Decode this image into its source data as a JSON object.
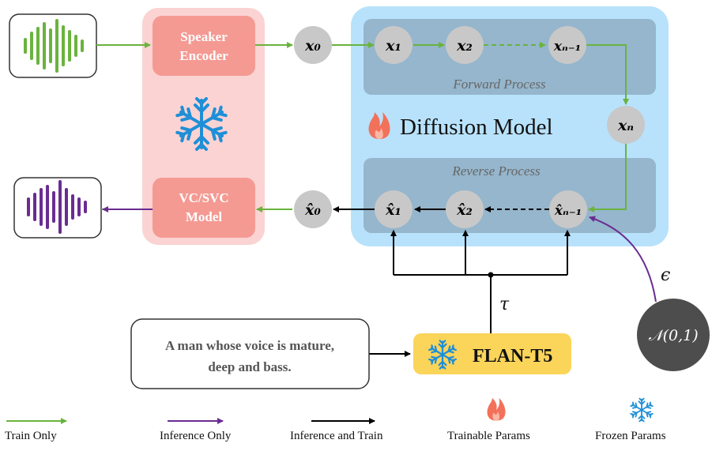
{
  "speaker_encoder": {
    "line1": "Speaker",
    "line2": "Encoder"
  },
  "vc_model": {
    "line1": "VC/SVC",
    "line2": "Model"
  },
  "diffusion": {
    "title": "Diffusion Model",
    "forward_label": "Forward Process",
    "reverse_label": "Reverse Process"
  },
  "nodes": {
    "x0": "x₀",
    "x1": "x₁",
    "x2": "x₂",
    "xN1": "xₙ₋₁",
    "xN": "xₙ",
    "xhat0": "x̂₀",
    "xhat1": "x̂₁",
    "xhat2": "x̂₂",
    "xhatN1": "x̂ₙ₋₁"
  },
  "noise": {
    "label": "𝒩(0,1)",
    "epsilon": "ϵ"
  },
  "tau": "τ",
  "prompt": {
    "line1": "A man whose voice is mature,",
    "line2": "deep and bass."
  },
  "flan": {
    "label": "FLAN-T5"
  },
  "legend": {
    "train_only": "Train Only",
    "inference_only": "Inference Only",
    "inference_and_train": "Inference and Train",
    "trainable": "Trainable Params",
    "frozen": "Frozen Params"
  },
  "colors": {
    "train_arrow": "#6ab33e",
    "inference_arrow": "#6a2c91",
    "both_arrow": "#000000",
    "frozen_panel": "#fbd3d3",
    "module_box": "#f49a93",
    "diffusion_outer": "#b8e2fb",
    "diffusion_inner": "#95b6cc",
    "node_fill": "#c8c8c8",
    "flan_fill": "#fbd45a",
    "noise_fill": "#4d4d4d",
    "snowflake": "#1f8fd6",
    "flame": "#f2715a"
  },
  "icons": {
    "input_waveform": "waveform-icon",
    "output_waveform": "waveform-icon",
    "frozen": "snowflake-icon",
    "trainable": "flame-icon"
  }
}
